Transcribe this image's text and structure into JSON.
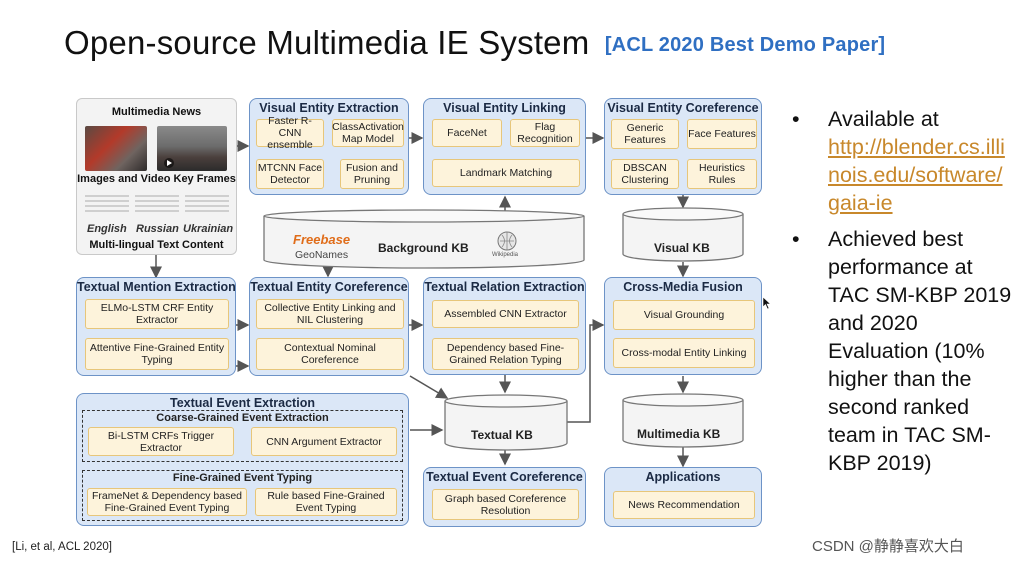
{
  "slide": {
    "title": "Open-source Multimedia IE System",
    "subtitle": "[ACL 2020 Best Demo Paper]",
    "footer": "[Li, et al, ACL 2020]",
    "watermark": "CSDN @静静喜欢大白"
  },
  "news": {
    "title": "Multimedia News",
    "images_label": "Images and Video Key Frames",
    "languages": [
      "English",
      "Russian",
      "Ukrainian"
    ],
    "text_label": "Multi-lingual Text Content"
  },
  "visual_entity_extraction": {
    "title": "Visual Entity Extraction",
    "boxes": [
      "Faster R-CNN ensemble",
      "ClassActivation Map Model",
      "MTCNN Face Detector",
      "Fusion and Pruning"
    ]
  },
  "visual_entity_linking": {
    "title": "Visual Entity Linking",
    "boxes": [
      "FaceNet",
      "Flag Recognition",
      "Landmark Matching"
    ]
  },
  "visual_entity_coreference": {
    "title": "Visual Entity Coreference",
    "boxes": [
      "Generic Features",
      "Face Features",
      "DBSCAN Clustering",
      "Heuristics Rules"
    ]
  },
  "background_kb": {
    "label": "Background KB",
    "freebase": "Freebase",
    "geonames": "GeoNames",
    "wikipedia": "Wikipedia"
  },
  "visual_kb": {
    "label": "Visual KB"
  },
  "textual_mention_extraction": {
    "title": "Textual Mention Extraction",
    "boxes": [
      "ELMo-LSTM CRF Entity Extractor",
      "Attentive Fine-Grained Entity Typing"
    ]
  },
  "textual_entity_coreference": {
    "title": "Textual Entity Coreference",
    "boxes": [
      "Collective Entity Linking and NIL Clustering",
      "Contextual Nominal Coreference"
    ]
  },
  "textual_relation_extraction": {
    "title": "Textual Relation Extraction",
    "boxes": [
      "Assembled CNN Extractor",
      "Dependency based Fine-Grained Relation Typing"
    ]
  },
  "cross_media_fusion": {
    "title": "Cross-Media Fusion",
    "boxes": [
      "Visual Grounding",
      "Cross-modal Entity Linking"
    ]
  },
  "textual_event_extraction": {
    "title": "Textual Event Extraction",
    "coarse_title": "Coarse-Grained Event Extraction",
    "coarse_boxes": [
      "Bi-LSTM CRFs Trigger Extractor",
      "CNN Argument Extractor"
    ],
    "fine_title": "Fine-Grained Event Typing",
    "fine_boxes": [
      "FrameNet & Dependency based Fine-Grained Event Typing",
      "Rule based Fine-Grained Event Typing"
    ]
  },
  "textual_kb": {
    "label": "Textual KB"
  },
  "multimedia_kb": {
    "label": "Multimedia  KB"
  },
  "textual_event_coreference": {
    "title": "Textual Event Coreference",
    "boxes": [
      "Graph based Coreference Resolution"
    ]
  },
  "applications": {
    "title": "Applications",
    "boxes": [
      "News Recommendation"
    ]
  },
  "bullets": {
    "item1_prefix": "Available at",
    "item1_link": "http://blender.cs.illinois.edu/software/gaia-ie",
    "item2": "Achieved best performance at TAC SM-KBP 2019 and 2020 Evaluation (10% higher than the second ranked team in TAC SM-KBP 2019)"
  },
  "colors": {
    "panel_fill": "#dbe7f7",
    "panel_border": "#6d93c7",
    "box_fill": "#fdf3db",
    "box_border": "#e7c67a",
    "subtitle": "#2f6fc2",
    "link": "#c8882b"
  }
}
